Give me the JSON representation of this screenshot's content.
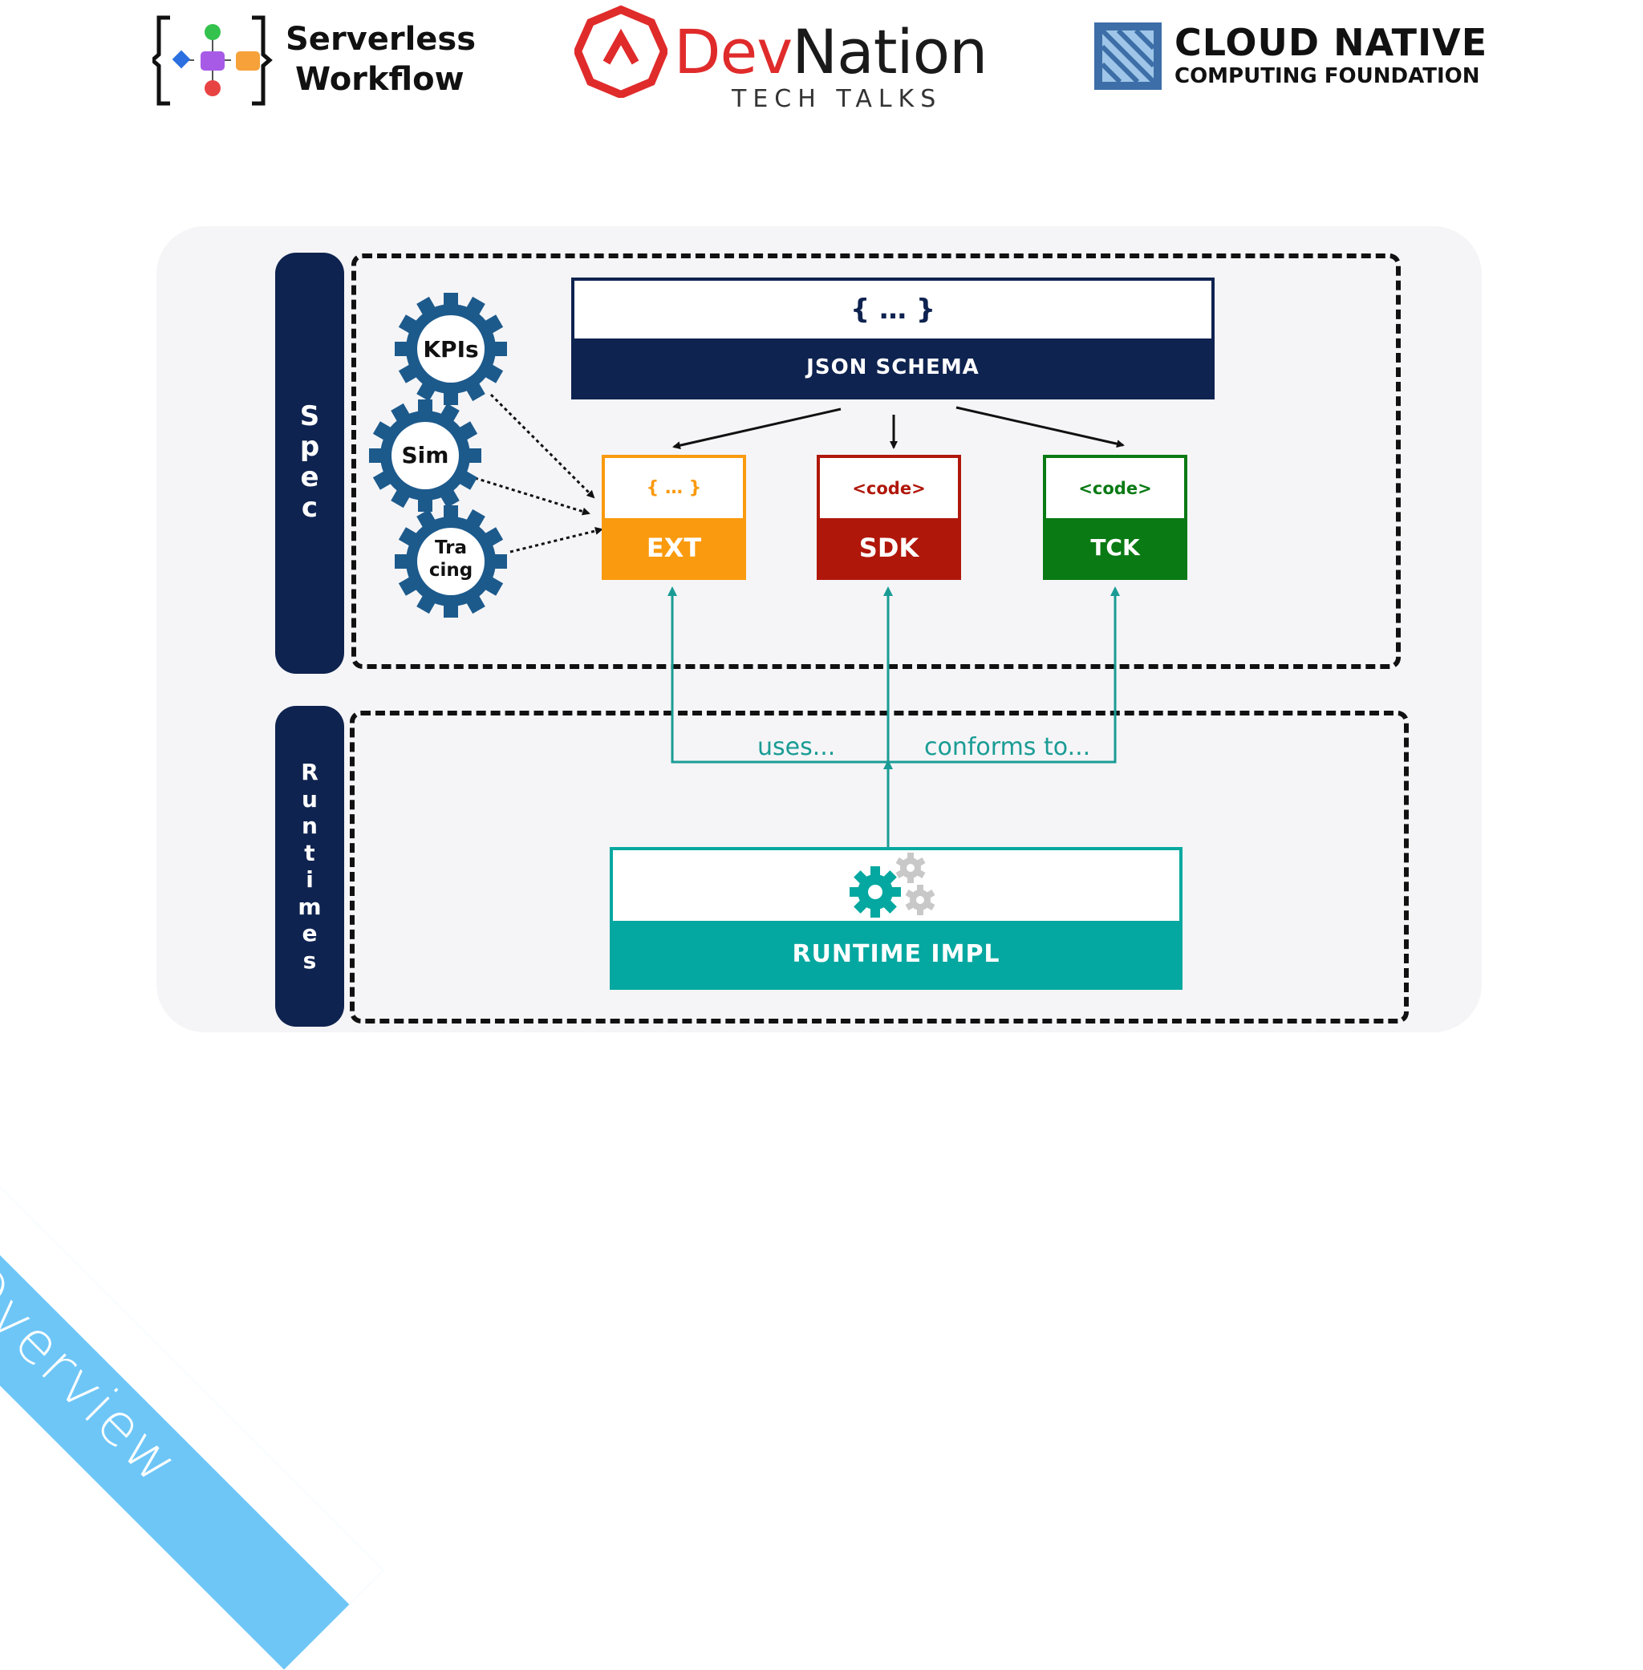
{
  "header": {
    "serverless_line1": "Serverless",
    "serverless_line2": "Workflow",
    "devnation_dev": "Dev",
    "devnation_nation": "Nation",
    "devnation_sub": "TECH TALKS",
    "cncf_line1": "CLOUD NATIVE",
    "cncf_line2": "COMPUTING FOUNDATION"
  },
  "diagram": {
    "spec_label": [
      "S",
      "p",
      "e",
      "c"
    ],
    "runtimes_label": [
      "R",
      "u",
      "n",
      "t",
      "i",
      "m",
      "e",
      "s"
    ],
    "json_schema": {
      "icon_text": "{ … }",
      "label": "JSON SCHEMA"
    },
    "ext": {
      "icon_text": "{ … }",
      "label": "EXT"
    },
    "sdk": {
      "icon_text": "<code>",
      "label": "SDK"
    },
    "tck": {
      "icon_text": "<code>",
      "label": "TCK"
    },
    "gears": {
      "kpis": "KPIs",
      "sim": "Sim",
      "tracing_1": "Tra",
      "tracing_2": "cing"
    },
    "flow": {
      "uses": "uses...",
      "conforms": "conforms to..."
    },
    "runtime": {
      "label": "RUNTIME IMPL"
    }
  },
  "banner": {
    "text": "Overview"
  },
  "colors": {
    "navy": "#0f2350",
    "ext_orange": "#fa9a0e",
    "sdk_red": "#b0170b",
    "tck_green": "#0a7a14",
    "teal": "#05a8a0",
    "banner_blue": "#6ec6f7"
  }
}
